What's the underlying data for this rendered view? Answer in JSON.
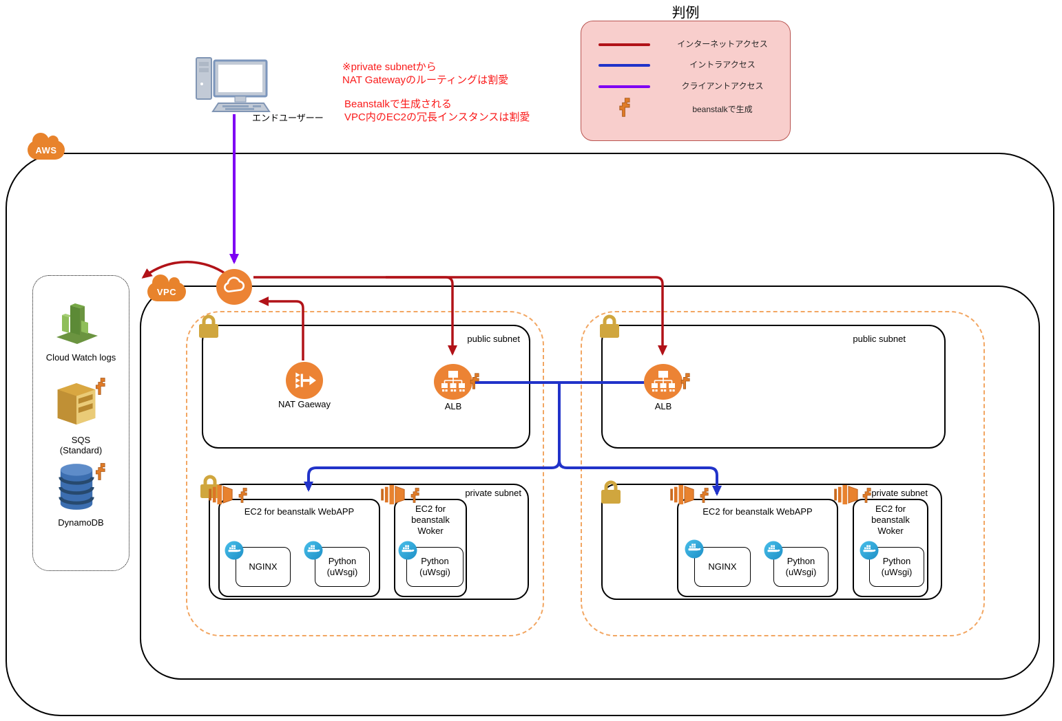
{
  "legend": {
    "title": "判例",
    "items": [
      {
        "name": "internet-access",
        "label": "インターネットアクセス",
        "color": "#B11218",
        "swatch": "line"
      },
      {
        "name": "intra-access",
        "label": "イントラアクセス",
        "color": "#2133C9",
        "swatch": "line"
      },
      {
        "name": "client-access",
        "label": "クライアントアクセス",
        "color": "#7E00F3",
        "swatch": "line"
      },
      {
        "name": "beanstalk-generated",
        "label": "beanstalkで生成",
        "swatch": "beanstalk-key-icon"
      }
    ],
    "panel_fill": "#F8CECC",
    "panel_stroke": "#B85450"
  },
  "notes": {
    "note1": "※private subnetから\n NAT Gatewayのルーティングは割愛",
    "note2": "Beanstalkで生成される\nVPC内のEC2の冗長インスタンスは割愛",
    "color": "#FA1A1A"
  },
  "end_user": {
    "label": "エンドユーザーー"
  },
  "aws": {
    "label": "AWS"
  },
  "vpc": {
    "label": "VPC"
  },
  "external_services": {
    "items": [
      {
        "name": "cloudwatch-logs",
        "label": "Cloud Watch logs",
        "beanstalk_generated": false
      },
      {
        "name": "sqs",
        "label": "SQS\n(Standard)",
        "beanstalk_generated": true
      },
      {
        "name": "dynamodb",
        "label": "DynamoDB",
        "beanstalk_generated": true
      }
    ]
  },
  "zones": [
    {
      "public_subnet": {
        "label": "public subnet",
        "nat_gateway": {
          "label": "NAT Gaeway"
        },
        "alb": {
          "label": "ALB",
          "beanstalk_generated": true
        }
      },
      "private_subnet": {
        "label": "private subnet",
        "webapp": {
          "title": "EC2 for beanstalk WebAPP",
          "beanstalk_generated": true,
          "containers": [
            {
              "label": "NGINX",
              "docker": true
            },
            {
              "label": "Python\n(uWsgi)",
              "docker": true
            }
          ]
        },
        "worker": {
          "title": "EC2 for\nbeanstalk\nWoker",
          "beanstalk_generated": true,
          "containers": [
            {
              "label": "Python\n(uWsgi)",
              "docker": true
            }
          ]
        }
      }
    },
    {
      "public_subnet": {
        "label": "public subnet",
        "alb": {
          "label": "ALB",
          "beanstalk_generated": true
        }
      },
      "private_subnet": {
        "label": "private subnet",
        "webapp": {
          "title": "EC2 for beanstalk WebAPP",
          "beanstalk_generated": true,
          "containers": [
            {
              "label": "NGINX",
              "docker": true
            },
            {
              "label": "Python\n(uWsgi)",
              "docker": true
            }
          ]
        },
        "worker": {
          "title": "EC2 for\nbeanstalk\nWoker",
          "beanstalk_generated": true,
          "containers": [
            {
              "label": "Python\n(uWsgi)",
              "docker": true
            }
          ]
        }
      }
    }
  ],
  "colors": {
    "aws_orange": "#E8832C",
    "icon_orange": "#EC8334",
    "az_dashed_orange": "#F2A662",
    "lock_gold": "#D0A63E",
    "docker_blue": "#2FA8DC",
    "internet_red": "#B11218",
    "intra_blue": "#2133C9",
    "client_purple": "#7E00F3"
  }
}
